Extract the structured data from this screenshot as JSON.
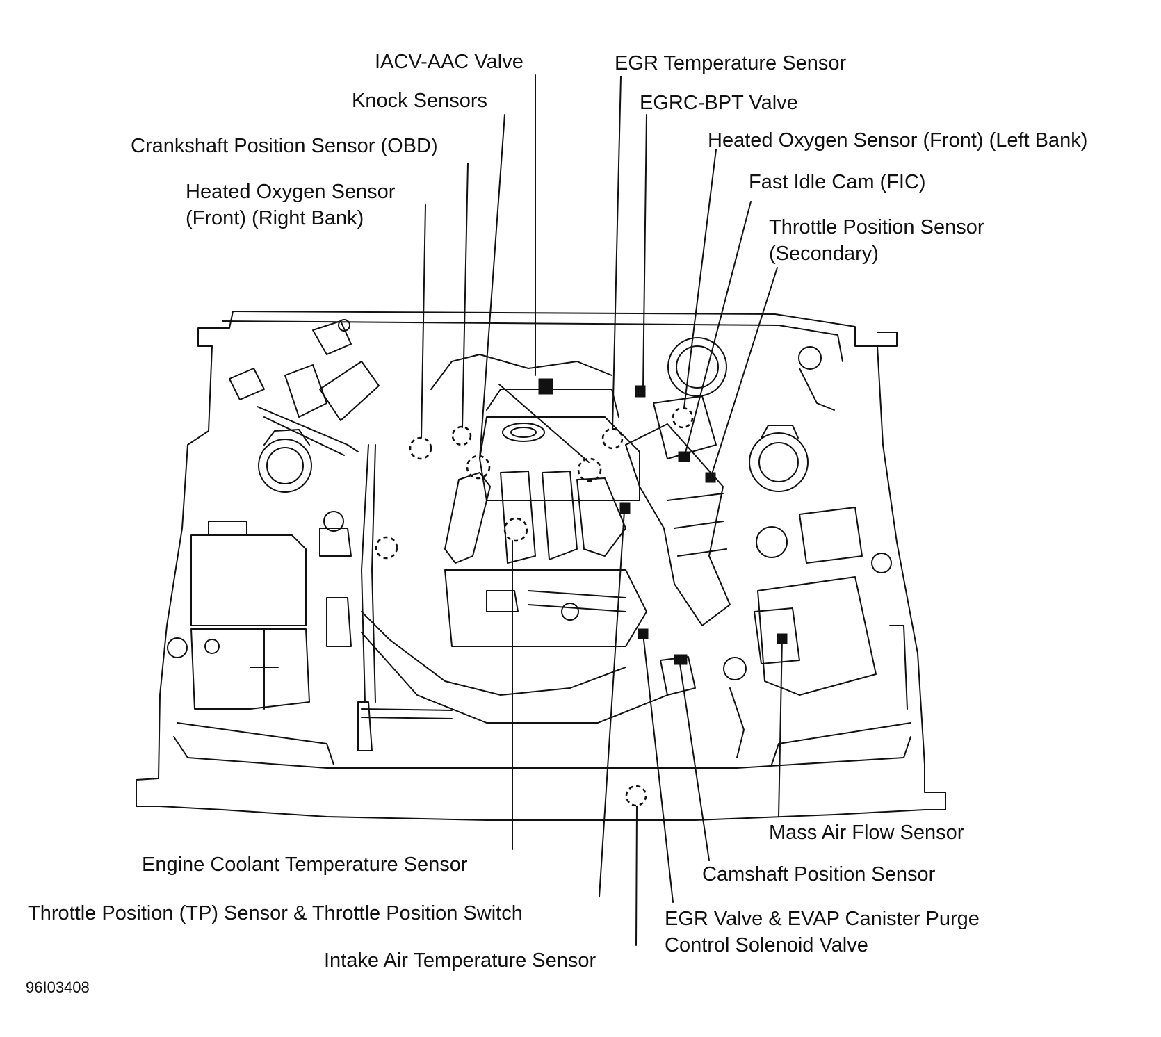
{
  "labels": {
    "iacv_aac_valve": "IACV-AAC Valve",
    "knock_sensors": "Knock Sensors",
    "crankshaft_position_sensor": "Crankshaft Position Sensor (OBD)",
    "heated_o2_right_line1": "Heated Oxygen Sensor",
    "heated_o2_right_line2": "(Front) (Right Bank)",
    "egr_temperature_sensor": "EGR Temperature Sensor",
    "egrc_bpt_valve": "EGRC-BPT Valve",
    "heated_o2_left": "Heated Oxygen Sensor (Front) (Left Bank)",
    "fast_idle_cam": "Fast Idle Cam (FIC)",
    "tps_secondary_line1": "Throttle Position Sensor",
    "tps_secondary_line2": "(Secondary)",
    "engine_coolant_temp_sensor": "Engine Coolant Temperature Sensor",
    "tp_sensor_switch": "Throttle Position (TP) Sensor & Throttle Position Switch",
    "intake_air_temp_sensor": "Intake Air Temperature Sensor",
    "mass_air_flow_sensor": "Mass Air Flow Sensor",
    "camshaft_position_sensor": "Camshaft Position Sensor",
    "egr_evap_line1": "EGR Valve & EVAP Canister Purge",
    "egr_evap_line2": "Control Solenoid Valve"
  },
  "figure_code": "96I03408",
  "colors": {
    "ink": "#111111",
    "background": "#ffffff"
  }
}
